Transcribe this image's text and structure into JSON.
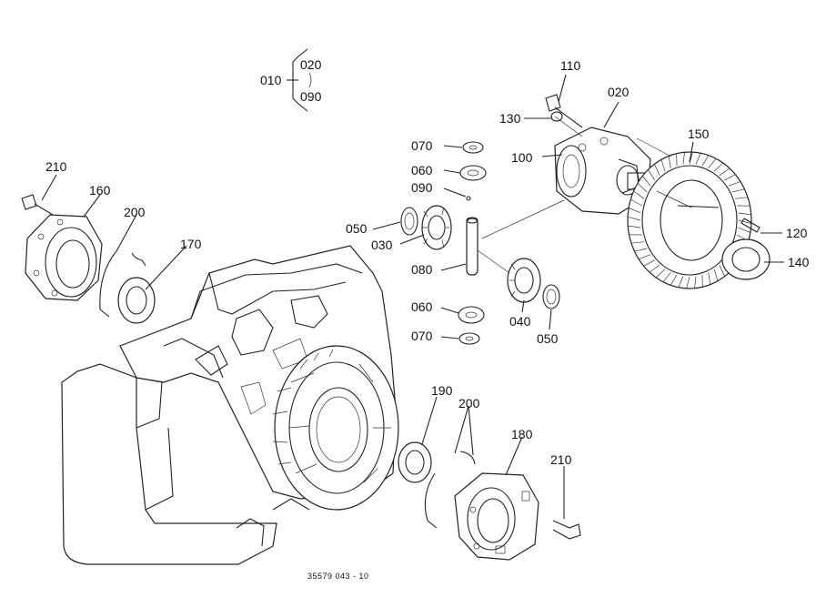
{
  "diagram": {
    "labels": {
      "p010": "010",
      "p020_range": "020",
      "p090_range": "090",
      "p110": "110",
      "p020": "020",
      "p130": "130",
      "p150": "150",
      "p100": "100",
      "p070_top": "070",
      "p060_top": "060",
      "p090": "090",
      "p050_left": "050",
      "p030": "030",
      "p080": "080",
      "p060_bottom": "060",
      "p070_bottom": "070",
      "p040": "040",
      "p050_right": "050",
      "p120": "120",
      "p140": "140",
      "p210_left": "210",
      "p160": "160",
      "p200_left": "200",
      "p170": "170",
      "p190": "190",
      "p200_right": "200",
      "p180": "180",
      "p210_right": "210"
    },
    "footer": "35579   043 - 10"
  }
}
